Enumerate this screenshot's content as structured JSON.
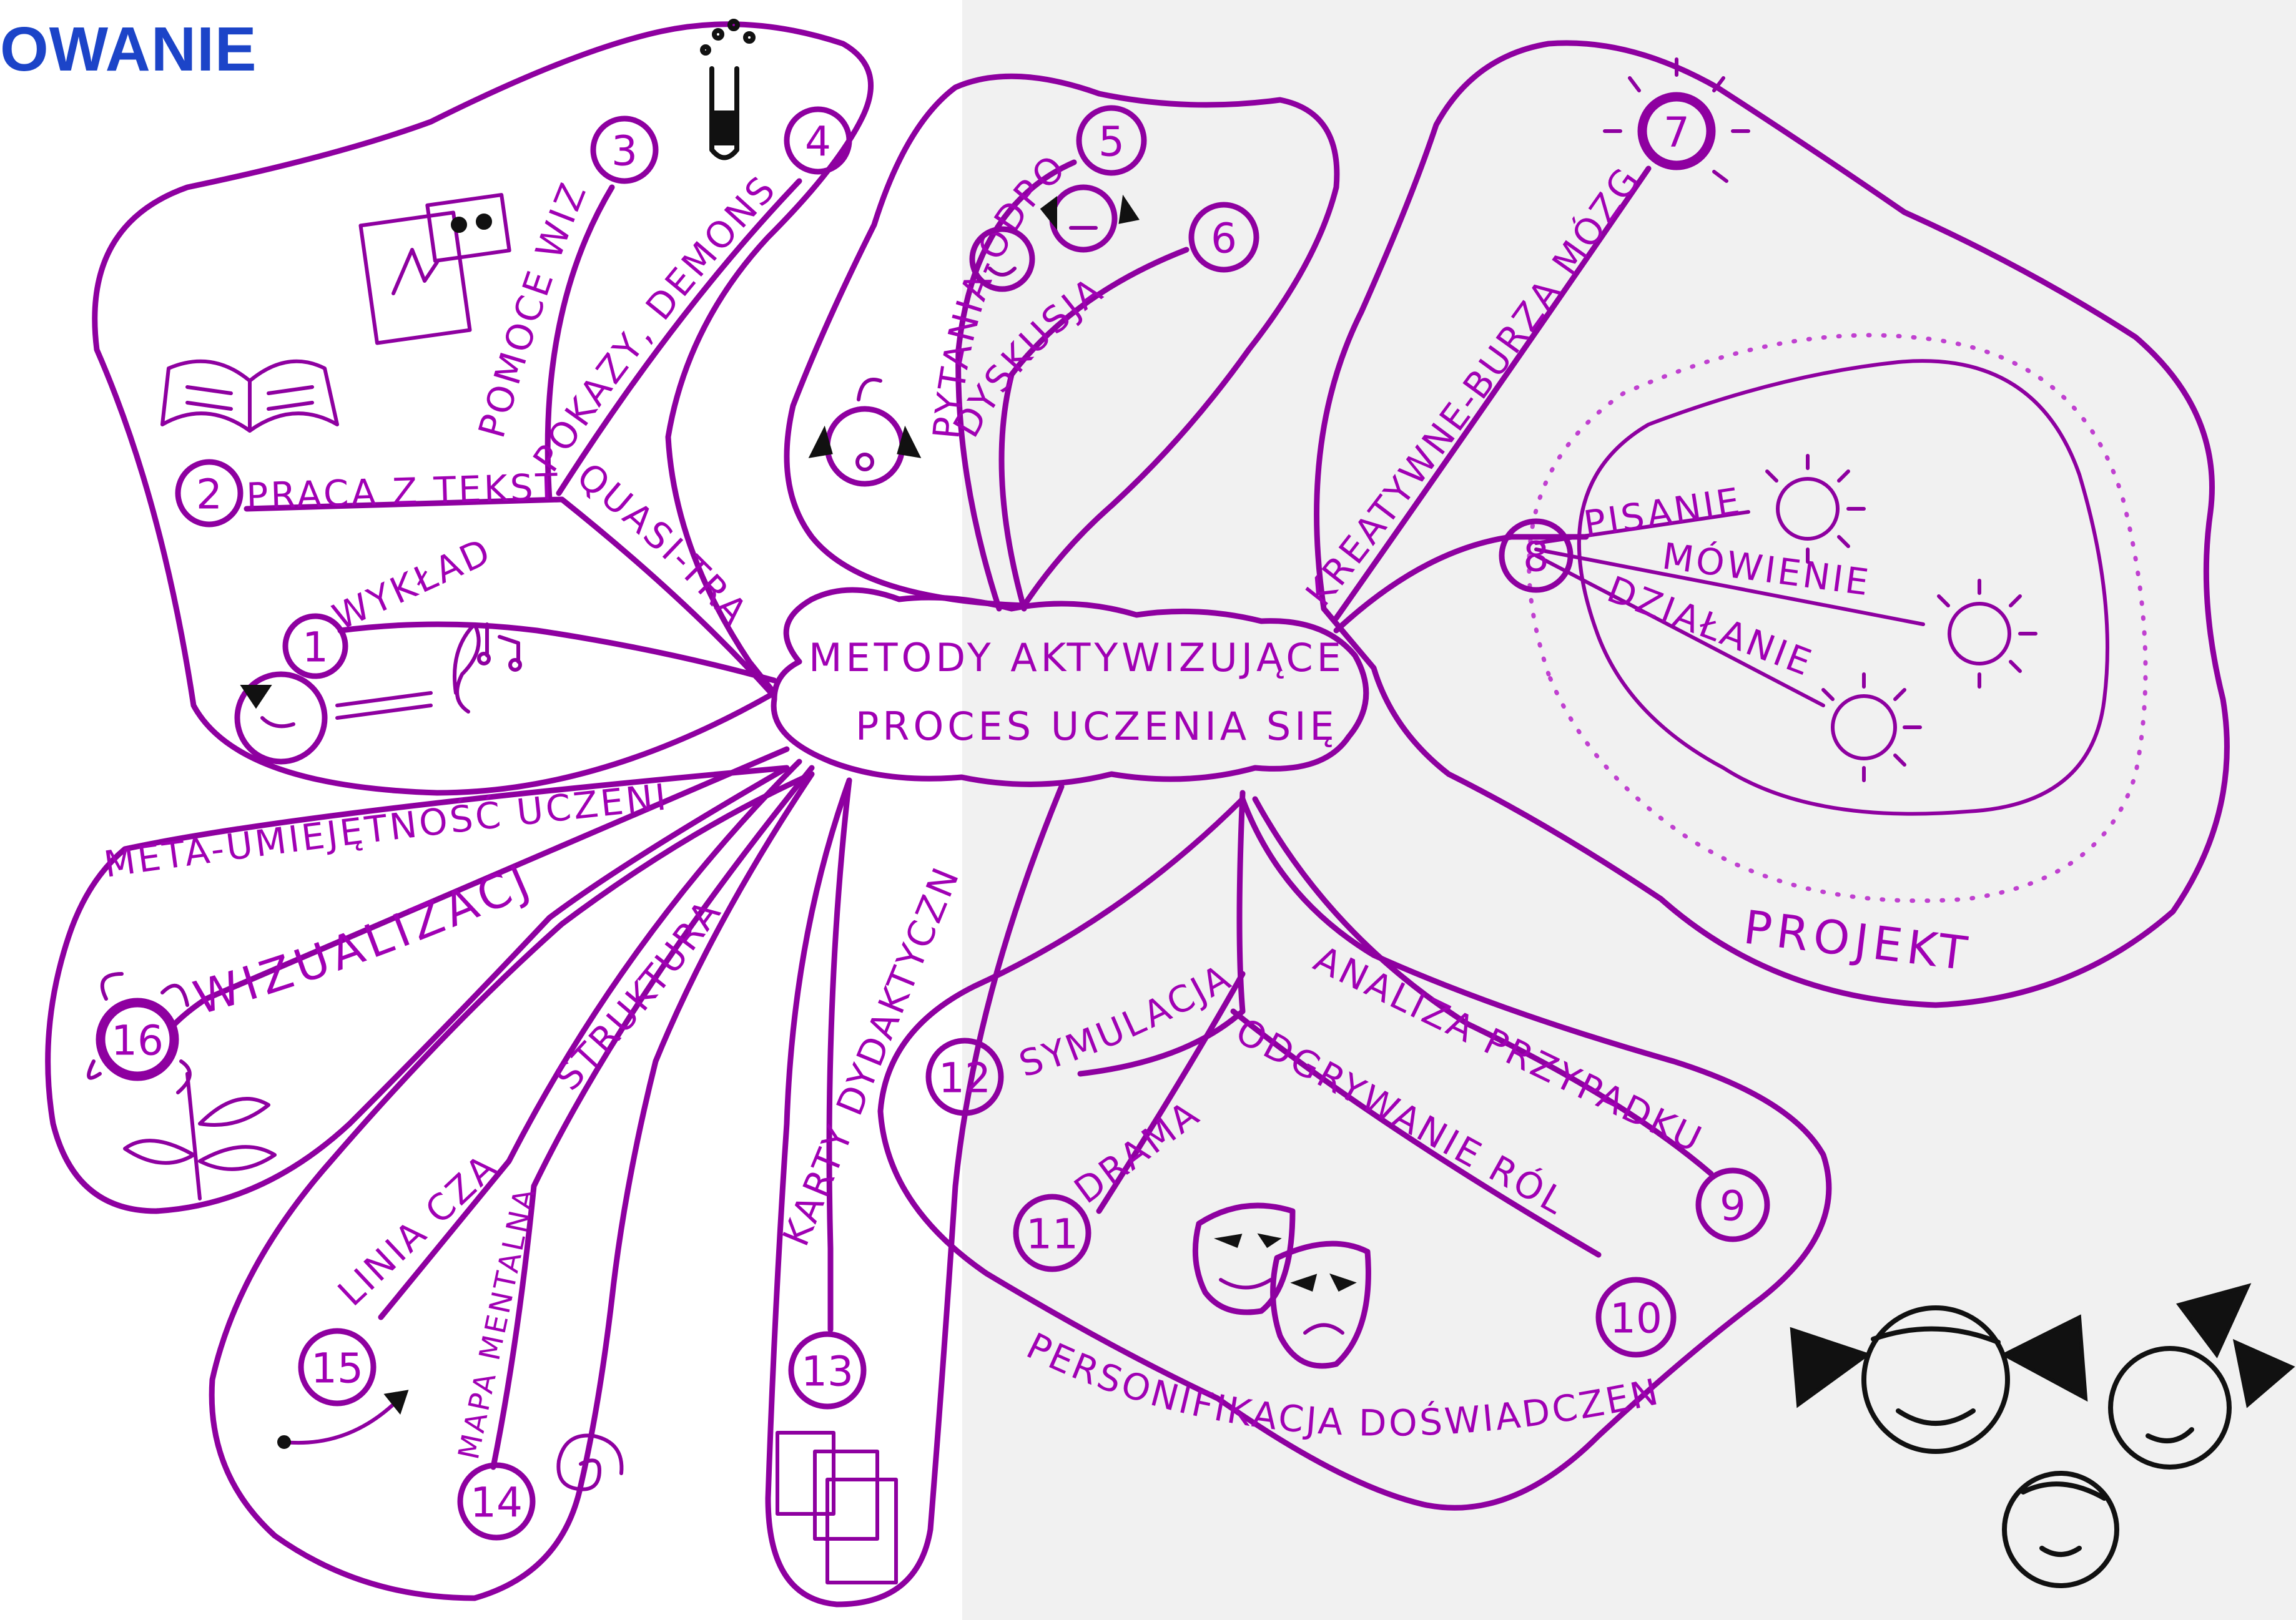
{
  "title": "OWANIE",
  "center": {
    "line1": "METODY AKTYWIZUJĄCE",
    "line2": "PROCES UCZENIA SIĘ"
  },
  "groups": {
    "quasi": "QUASI-TRADYC.",
    "problem": "PYTANIA-ODPOWIEDZI",
    "creative": "KREATYWNE-BURZA MÓZGÓW",
    "project": "PROJEKT",
    "personification": "PERSONIFIKACJA DOŚWIADCZENIA",
    "meta": "META-UMIEJĘTNOŚĆ UCZENIA SIĘ",
    "structure": "STRUKTURA",
    "cards": "KARTY DYDAKTYCZNE"
  },
  "methods": [
    {
      "num": "1",
      "label": "WYKŁAD"
    },
    {
      "num": "2",
      "label": "PRACA Z TEKSTEM"
    },
    {
      "num": "3",
      "label": "POMOCE WIZUALNE"
    },
    {
      "num": "4",
      "label": "POKAZY, DEMONSTRACJE"
    },
    {
      "num": "5",
      "label": "PYTANIA-ODPOWIEDZI"
    },
    {
      "num": "6",
      "label": "DYSKUSJA"
    },
    {
      "num": "7",
      "label": "KREATYWNE-BURZA MÓZGÓW"
    },
    {
      "num": "8",
      "label": "PROJEKT"
    },
    {
      "num": "9",
      "label": "ANALIZA PRZYPADKU"
    },
    {
      "num": "10",
      "label": "ODGRYWANIE RÓL"
    },
    {
      "num": "11",
      "label": "DRAMA"
    },
    {
      "num": "12",
      "label": "SYMULACJA"
    },
    {
      "num": "13",
      "label": "KARTY DYDAKTYCZNE"
    },
    {
      "num": "14",
      "label": "MAPA MENTALNA"
    },
    {
      "num": "15",
      "label": "LINIA CZASU"
    },
    {
      "num": "16",
      "label": "WIZUALIZACJA"
    }
  ],
  "project_parts": [
    "PISANIE",
    "MÓWIENIE",
    "DZIAŁANIE"
  ],
  "colors": {
    "ink": "#8e00a0",
    "text": "#a000b4",
    "title": "#1c44c8",
    "panel_right": "#f1f1f1"
  },
  "icons": [
    "book-icon",
    "picture-cards-icon",
    "test-tube-icon",
    "child-face-icon",
    "music-notes-icon",
    "sun-icon",
    "theatre-masks-icon",
    "flower-icon",
    "spiral-icon",
    "document-stack-icon",
    "children-faces-icon"
  ]
}
